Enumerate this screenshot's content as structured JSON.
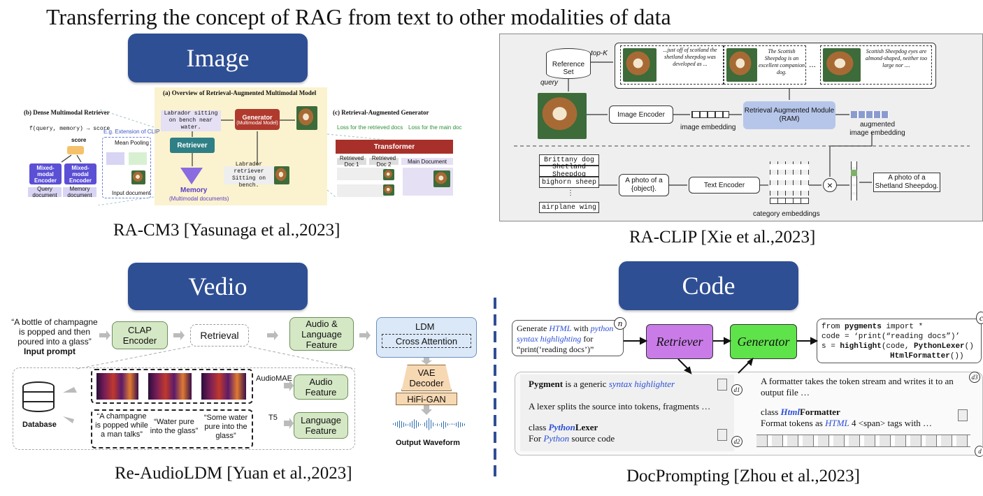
{
  "title": "Transferring the concept of RAG from text to other modalities of data",
  "sections": {
    "image": "Image",
    "video": "Vedio",
    "code": "Code"
  },
  "captions": {
    "racm3": "RA-CM3 [Yasunaga et al.,2023]",
    "raclip": "RA-CLIP [Xie et al.,2023]",
    "reaudioldm": "Re-AudioLDM [Yuan et al.,2023]",
    "docprompting": "DocPrompting [Zhou et al.,2023]"
  },
  "racm3": {
    "overview_title": "(a) Overview of Retrieval-Augmented Multimodal Model",
    "dense_title": "(b) Dense Multimodal Retriever",
    "gen_title": "(c) Retrieval-Augmented Generator",
    "score_fn": "f(query, memory) → score",
    "score": "score",
    "mixed1": "Mixed-modal Encoder",
    "mixed2": "Mixed-modal Encoder",
    "query_doc": "Query document",
    "memory_doc": "Memory document",
    "ext_clip": "E.g. Extension of CLIP",
    "mean_pooling": "Mean Pooling",
    "input_doc": "Input document",
    "query_text": "Labrador sitting on bench near water.",
    "generator": "Generator",
    "generator_sub": "(Multimodal Model)",
    "retriever": "Retriever",
    "memory": "Memory",
    "memory_sub": "(Multimodal documents)",
    "retrieved_text": "Labrador retriever Sitting on bench.",
    "loss_retrieved": "Loss for the retrieved docs",
    "loss_main": "Loss for the main doc",
    "transformer": "Transformer",
    "rdoc1": "Retrieved Doc 1",
    "rdoc2": "Retrieved Doc 2",
    "maindoc": "Main Document"
  },
  "raclip": {
    "topk": "top-K",
    "refset": "Reference Set",
    "query": "query",
    "ref1": "...just off of scotland the shetland sheepdog was developed as ...",
    "ref2": "The Scottish Sheepdog is an excellent companion dog.",
    "ref3": "Scottish Sheepdog eyes are almond-shaped, neither too large nor ....",
    "dots": "...",
    "image_encoder": "Image Encoder",
    "image_embedding": "image embedding",
    "ram": "Retrieval Augmented Module (RAM)",
    "augmented": "augmented image embedding",
    "classes": [
      "Brittany dog",
      "Shetland Sheepdog",
      "bighorn sheep",
      "⋮",
      "airplane wing"
    ],
    "prompt": "A photo of a {object}.",
    "text_encoder": "Text Encoder",
    "category_embeddings": "category embeddings",
    "result": "A photo of a Shetland Sheepdog.",
    "times": "×"
  },
  "reaudio": {
    "prompt_text": "“A bottle of champagne is popped and then poured into a glass”",
    "input_prompt": "Input prompt",
    "clap": "CLAP Encoder",
    "retrieval": "Retrieval",
    "alf": "Audio & Language Feature",
    "ldm": "LDM",
    "cross_attention": "Cross Attention",
    "vae": "VAE Decoder",
    "hifigan": "HiFi-GAN",
    "output": "Output Waveform",
    "database": "Database",
    "audiomae": "AudioMAE",
    "t5": "T5",
    "audio_feature": "Audio Feature",
    "language_feature": "Language Feature",
    "cap1": "“A champagne is popped while a man talks”",
    "cap2": "“Water pure into the glass”",
    "cap3": "“Some water pure into the glass”"
  },
  "docprompting": {
    "n": "n",
    "query_pre": "Generate ",
    "query_html": "HTML",
    "query_mid": " with ",
    "query_python": "python syntax highlighting",
    "query_post": " for “print(‘reading docs’)”",
    "retriever": "Retriever",
    "generator": "Generator",
    "code1a": "from ",
    "code1b": "pygments",
    "code1c": " import *",
    "code2": "code = ‘print(“reading docs”)’",
    "code3a": "s = ",
    "code3b": "highlight",
    "code3c": "(code, ",
    "code3d": "PythonLexer",
    "code3e": "()",
    "code4": "HtmlFormatter",
    "code4b": "())",
    "c": "c",
    "d1": "d1",
    "d2": "d2",
    "d3": "d3",
    "dn": "d",
    "doc1a": "Pygment",
    "doc1b": " is a generic ",
    "doc1c": "syntax highlighter",
    "doc2": "A lexer splits the source into tokens, fragments …",
    "doc3a": "class ",
    "doc3b": "Python",
    "doc3c": "Lexer",
    "doc3d": "For ",
    "doc3e": "Python",
    "doc3f": " source code",
    "doc4": "A formatter takes the token stream and writes it to an output file …",
    "doc5a": "class ",
    "doc5b": "Html",
    "doc5c": "Formatter",
    "doc6a": "Format tokens as ",
    "doc6b": "HTML",
    "doc6c": " 4 <span> tags with …"
  },
  "colors": {
    "pill": "#2f4f94",
    "panel_yellow": "#fbf3cf",
    "retriever_teal": "#2f7f86",
    "generator_red": "#b03a2e",
    "ram_blue": "#b6c6ea",
    "feature_green": "#d5e8c6",
    "ldm_blue": "#dbe8f7",
    "vae_orange": "#f6d8b3",
    "retriever_purple": "#c97ce8",
    "generator_green": "#5fe34a",
    "divider": "#2f4f94"
  }
}
